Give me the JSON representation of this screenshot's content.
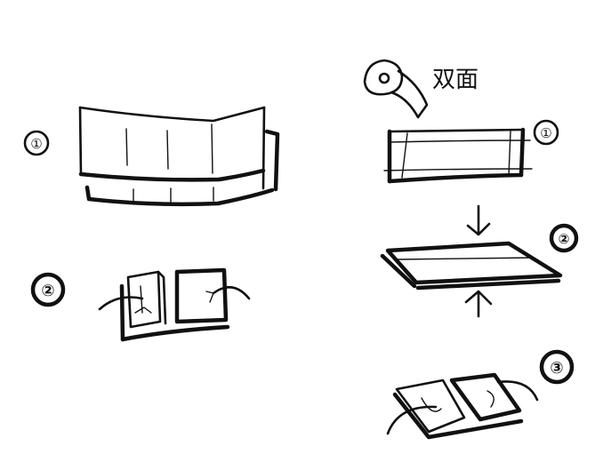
{
  "labels": {
    "left_step1": "①",
    "left_step2": "②",
    "right_tape": "双面",
    "right_step1": "①",
    "right_step2": "②",
    "right_step3": "③"
  }
}
